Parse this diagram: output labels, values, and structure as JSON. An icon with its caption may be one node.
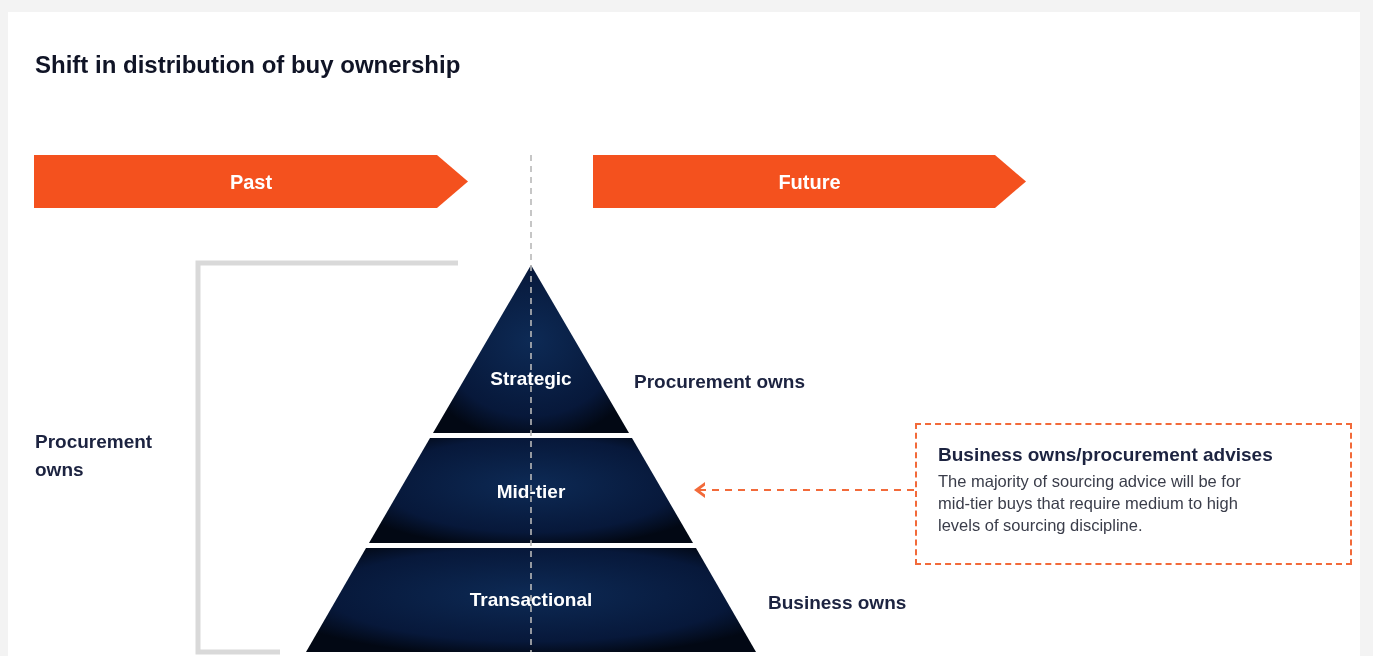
{
  "diagram": {
    "title": "Shift in distribution of buy ownership",
    "nodes": [
      {
        "text": [
          "Past"
        ]
      },
      {
        "text": [
          "Future"
        ]
      },
      {
        "text": [
          "Strategic"
        ]
      },
      {
        "text": [
          "Mid-tier"
        ]
      },
      {
        "text": [
          "Transactional"
        ]
      },
      {
        "text": [
          "Business owns/procurement advises",
          "The majority of sourcing advice will be for mid-tier buys that require medium to high levels of sourcing discipline."
        ]
      }
    ],
    "edges": [
      {
        "from": 5,
        "to": 3,
        "arrow": "to",
        "style": "dashed",
        "color": "#f26a3a"
      }
    ],
    "labels": [
      "Procurement owns",
      "Procurement owns",
      "Business owns"
    ]
  }
}
